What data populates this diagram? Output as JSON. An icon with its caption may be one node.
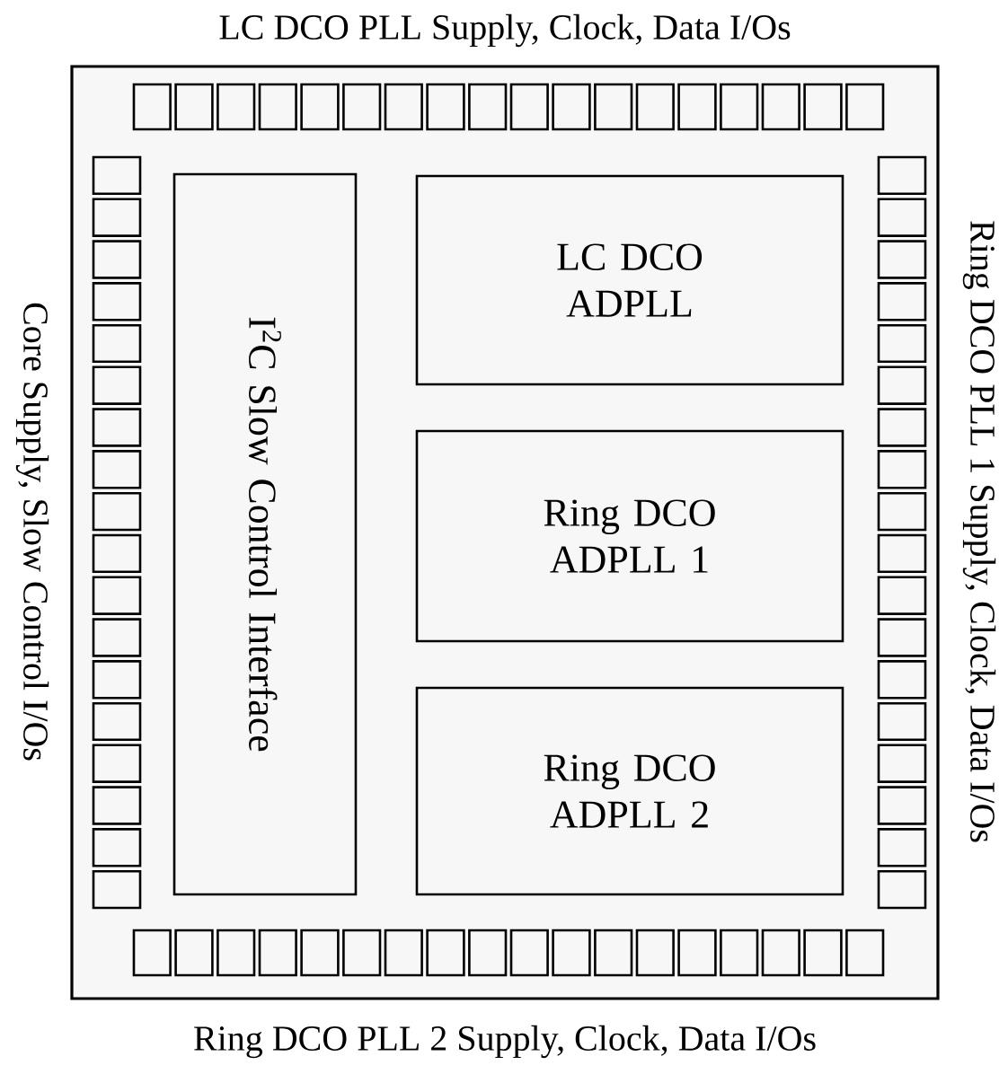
{
  "diagram": {
    "nodes": [
      {
        "text": [],
        "shape": "box"
      },
      {
        "text": [
          "I$^{2}$C Slow Control Interface"
        ],
        "in": 0
      },
      {
        "text": [
          "LC DCO ADPLL"
        ],
        "in": 0
      },
      {
        "text": [
          "Ring DCO ADPLL 1"
        ],
        "in": 0
      },
      {
        "text": [
          "Ring DCO ADPLL 2"
        ],
        "in": 0
      }
    ],
    "edges": [],
    "labels": [
      "LC DCO PLL Supply, Clock, Data I/Os",
      "Core Supply, Slow Control I/Os",
      "Ring DCO PLL 1 Supply, Clock, Data I/Os",
      "Ring DCO PLL 2 Supply, Clock, Data I/Os"
    ]
  }
}
